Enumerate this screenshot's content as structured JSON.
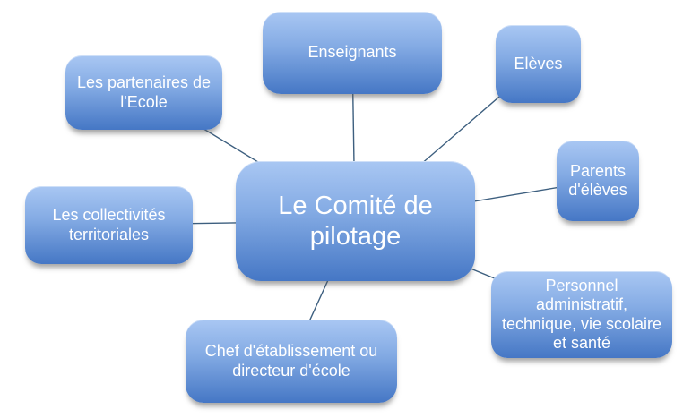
{
  "diagram": {
    "title": "Le Comité de pilotage",
    "colors": {
      "background": "#ffffff",
      "node_gradient_top": "#a9c7f3",
      "node_gradient_bottom": "#4577c5",
      "node_text": "#ffffff",
      "connector": "#3d5f7f"
    },
    "center_node": {
      "id": "comite-de-pilotage",
      "label": "Le Comité de pilotage"
    },
    "nodes": [
      {
        "id": "enseignants",
        "label": "Enseignants"
      },
      {
        "id": "eleves",
        "label": "Elèves"
      },
      {
        "id": "parents-deleves",
        "label": "Parents d'élèves"
      },
      {
        "id": "personnel",
        "label": "Personnel administratif, technique, vie scolaire et santé"
      },
      {
        "id": "chef",
        "label": "Chef d'établissement ou directeur d'école"
      },
      {
        "id": "collectivites",
        "label": "Les collectivités territoriales"
      },
      {
        "id": "partenaires",
        "label": "Les partenaires de l'Ecole"
      }
    ],
    "edges": [
      {
        "from": "comite-de-pilotage",
        "to": "enseignants"
      },
      {
        "from": "comite-de-pilotage",
        "to": "eleves"
      },
      {
        "from": "comite-de-pilotage",
        "to": "parents-deleves"
      },
      {
        "from": "comite-de-pilotage",
        "to": "personnel"
      },
      {
        "from": "comite-de-pilotage",
        "to": "chef"
      },
      {
        "from": "comite-de-pilotage",
        "to": "collectivites"
      },
      {
        "from": "comite-de-pilotage",
        "to": "partenaires"
      }
    ]
  }
}
